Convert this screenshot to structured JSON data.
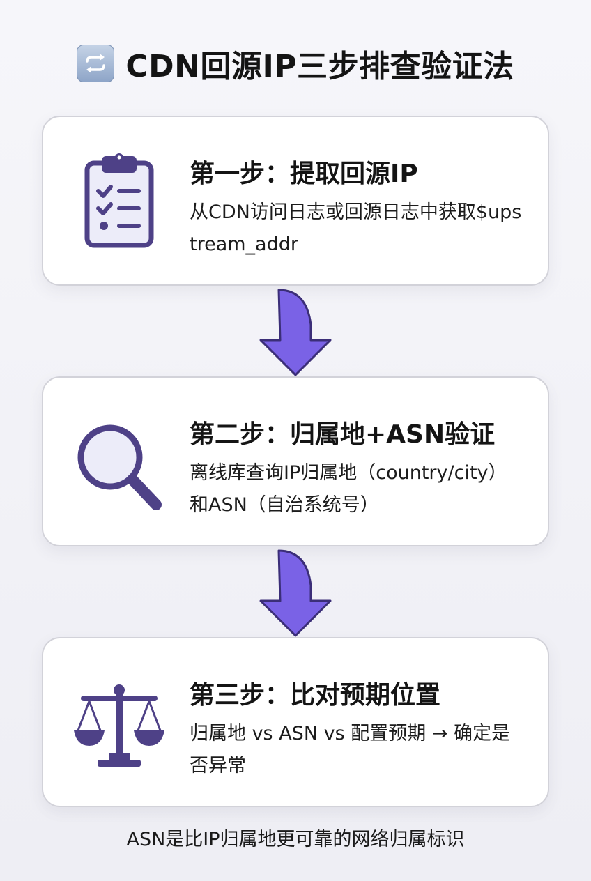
{
  "title": {
    "icon": "repeat-arrows-icon",
    "text": "CDN回源IP三步排查验证法"
  },
  "steps": [
    {
      "icon": "clipboard-checklist-icon",
      "title": "第一步：提取回源IP",
      "description": "从CDN访问日志或回源日志中获取$upstream_addr"
    },
    {
      "icon": "magnifier-icon",
      "title": "第二步：归属地+ASN验证",
      "description": "离线库查询IP归属地（country/city）和ASN（自治系统号）"
    },
    {
      "icon": "balance-scale-icon",
      "title": "第三步：比对预期位置",
      "description": "归属地 vs ASN vs 配置预期 → 确定是否异常"
    }
  ],
  "connector": {
    "icon": "down-arrow-icon"
  },
  "footer": {
    "text": "ASN是比IP归属地更可靠的网络归属标识"
  },
  "colors": {
    "accent": "#4e4187",
    "arrow_fill": "#7a62e6",
    "arrow_stroke": "#3b2e78",
    "icon_fill": "#ececf9"
  }
}
